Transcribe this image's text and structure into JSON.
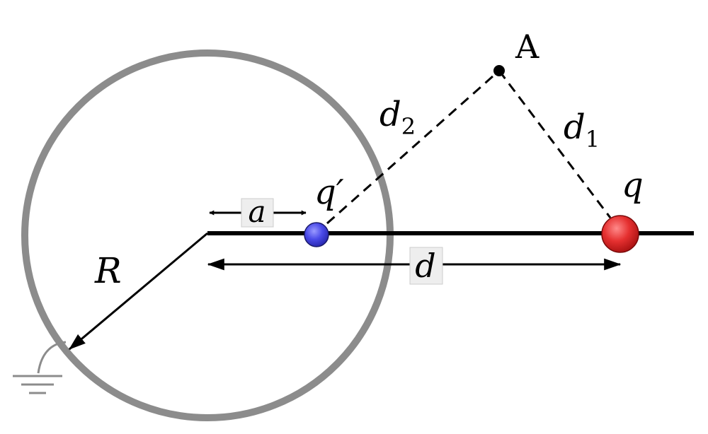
{
  "labels": {
    "point_a": "A",
    "d2": "d",
    "d2_sub": "2",
    "d1": "d",
    "d1_sub": "1",
    "q_prime": "q′",
    "q": "q",
    "a": "a",
    "d": "d",
    "R": "R"
  },
  "colors": {
    "sphere": "#8c8c8c",
    "image_charge": "#4a4ae8",
    "real_charge": "#e53030",
    "line": "#000000",
    "label_box": "#eeeeee"
  },
  "icons": {
    "ground": "ground-icon"
  }
}
